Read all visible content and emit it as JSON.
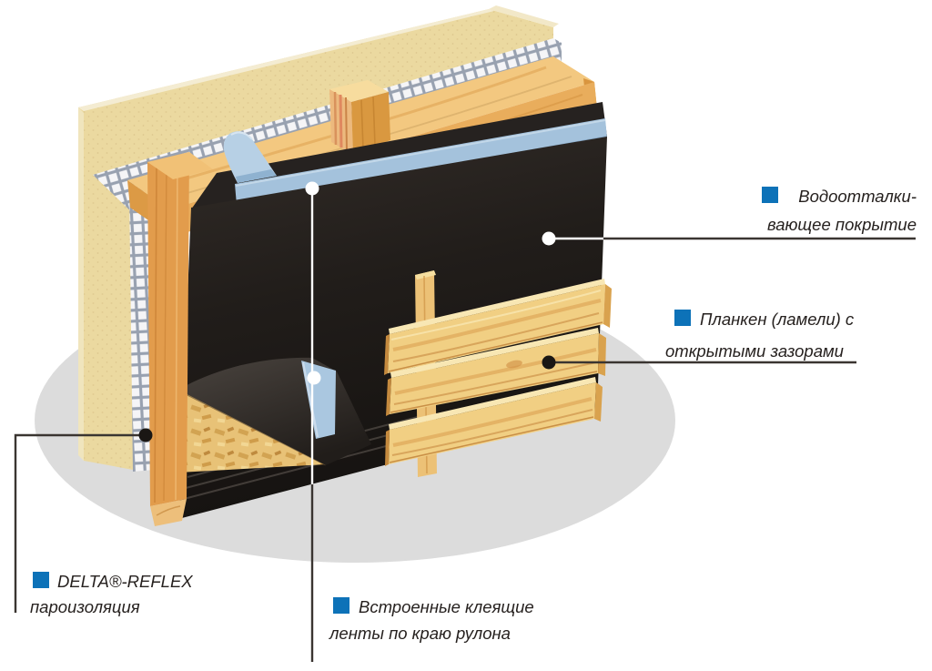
{
  "figure": {
    "type": "construction-assembly-diagram",
    "description": "Isometric cutaway of facade wall assembly with DELTA-REFLEX membrane"
  },
  "labels": {
    "coating": {
      "line1": "Водоотталки-",
      "line2": "вающее покрытие"
    },
    "planken": {
      "line1": "Планкен (ламели) с",
      "line2": "открытыми зазорами"
    },
    "delta": {
      "line1": "DELTA®-REFLEX",
      "line2": "пароизоляция"
    },
    "tapes": {
      "line1": "Встроенные клеящие",
      "line2": "ленты по краю рулона"
    }
  },
  "colors": {
    "bullet": "#0d72b8",
    "text": "#26211f",
    "callout_dark": "#3a3531",
    "callout_light": "#ffffff",
    "shadow": "#dcdcdc",
    "board": "#ebd9a0",
    "wood": "#e29c4c",
    "beam": "#f3c880",
    "slat": "#f1cf83",
    "membrane": "#1d1916",
    "tape": "#a4c2dc",
    "mesh_line": "#98a1b0"
  }
}
